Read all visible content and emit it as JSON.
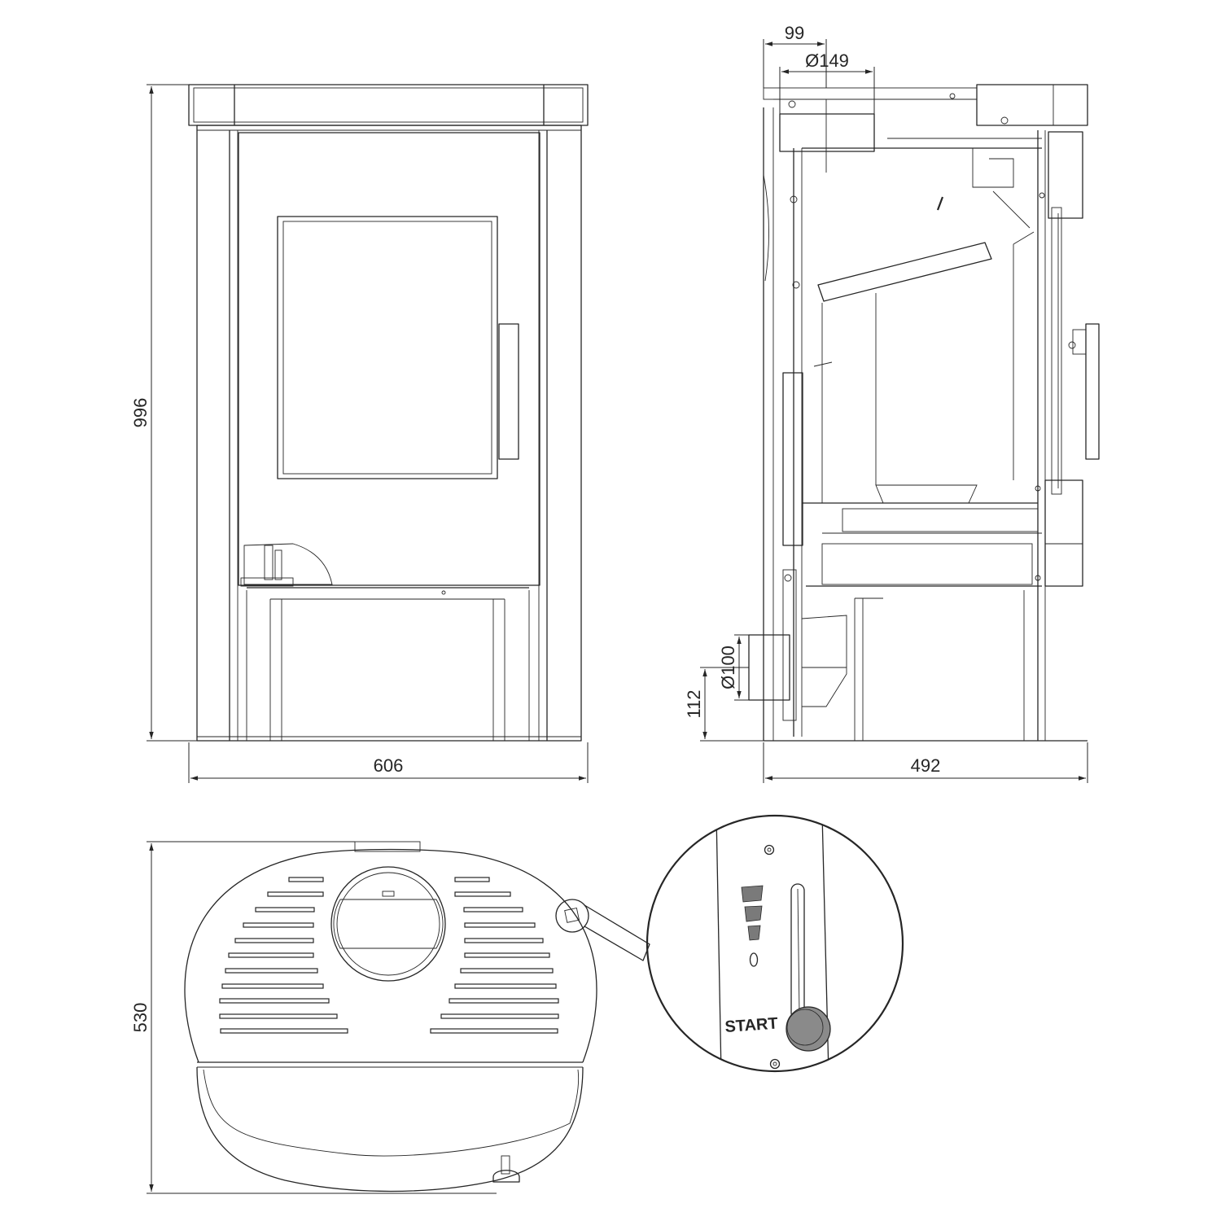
{
  "dimensions": {
    "front_height": "996",
    "front_width": "606",
    "side_depth": "492",
    "outlet_offset": "99",
    "top_flue_diameter": "Ø149",
    "rear_air_diameter": "Ø100",
    "air_inlet_height": "112",
    "top_view_depth": "530"
  },
  "detail": {
    "control_label": "START"
  },
  "colors": {
    "line": "#262626",
    "knob": "#8a8a8a",
    "indicator": "#7a7a7a"
  }
}
